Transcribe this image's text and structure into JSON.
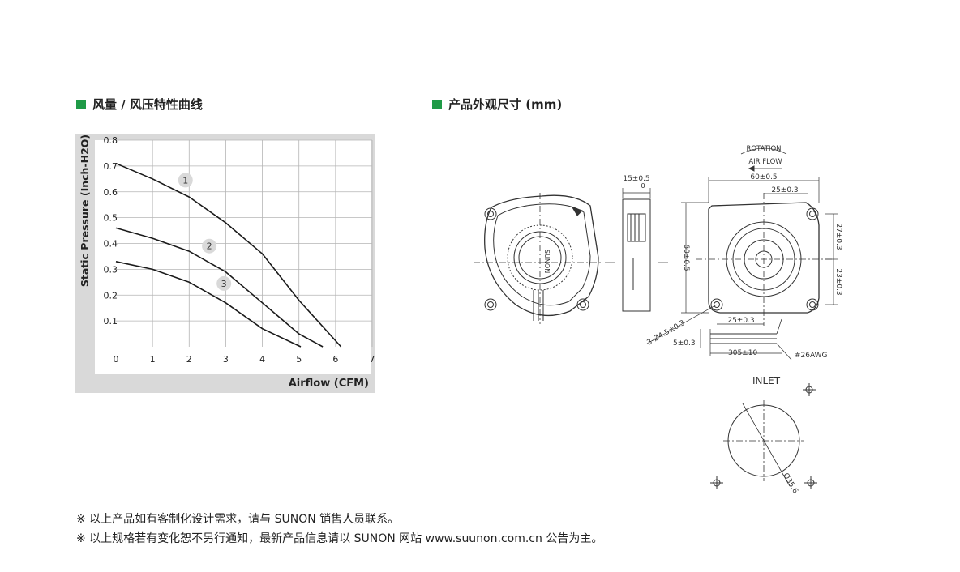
{
  "accent_color": "#1f9a47",
  "left_section": {
    "title": "风量 / 风压特性曲线"
  },
  "right_section": {
    "title": "产品外观尺寸 (mm)"
  },
  "chart_data": {
    "type": "line",
    "ylabel": "Static Pressure (Inch-H2O)",
    "xlabel": "Airflow (CFM)",
    "xlim": [
      0,
      7
    ],
    "ylim": [
      0,
      0.8
    ],
    "x_ticks": [
      "0",
      "1",
      "2",
      "3",
      "4",
      "5",
      "6",
      "7"
    ],
    "y_ticks": [
      "0.1",
      "0.2",
      "0.3",
      "0.4",
      "0.5",
      "0.6",
      "0.7",
      "0.8"
    ],
    "grid": true,
    "series": [
      {
        "name": "1",
        "x": [
          0,
          1,
          2,
          3,
          4,
          5,
          6.15
        ],
        "y": [
          0.71,
          0.65,
          0.58,
          0.48,
          0.36,
          0.18,
          0
        ]
      },
      {
        "name": "2",
        "x": [
          0,
          1,
          2,
          3,
          4,
          5,
          5.65
        ],
        "y": [
          0.46,
          0.42,
          0.37,
          0.29,
          0.17,
          0.05,
          0
        ]
      },
      {
        "name": "3",
        "x": [
          0,
          1,
          2,
          3,
          4,
          5.05
        ],
        "y": [
          0.33,
          0.3,
          0.25,
          0.17,
          0.07,
          0
        ]
      }
    ]
  },
  "drawing": {
    "rotation_label": "ROTATION",
    "airflow_label": "AIR FLOW",
    "brand_label": "SUNON",
    "inlet_label": "INLET",
    "dims": {
      "thickness": "15±0.5",
      "thickness_lower": "0",
      "width": "60±0.5",
      "inner_width": "25±0.3",
      "height": "60±0.5",
      "right_upper": "27±0.3",
      "right_lower": "23±0.3",
      "bottom_width": "25±0.3",
      "hole": "3-Ø4.5±0.3",
      "lead_offset": "5±0.3",
      "lead_length": "305±10",
      "wire": "#26AWG",
      "inlet_dia": "Ø35.6"
    }
  },
  "notes": [
    "※ 以上产品如有客制化设计需求，请与 SUNON 销售人员联系。",
    "※ 以上规格若有变化恕不另行通知，最新产品信息请以 SUNON 网站 www.suunon.com.cn 公告为主。"
  ]
}
